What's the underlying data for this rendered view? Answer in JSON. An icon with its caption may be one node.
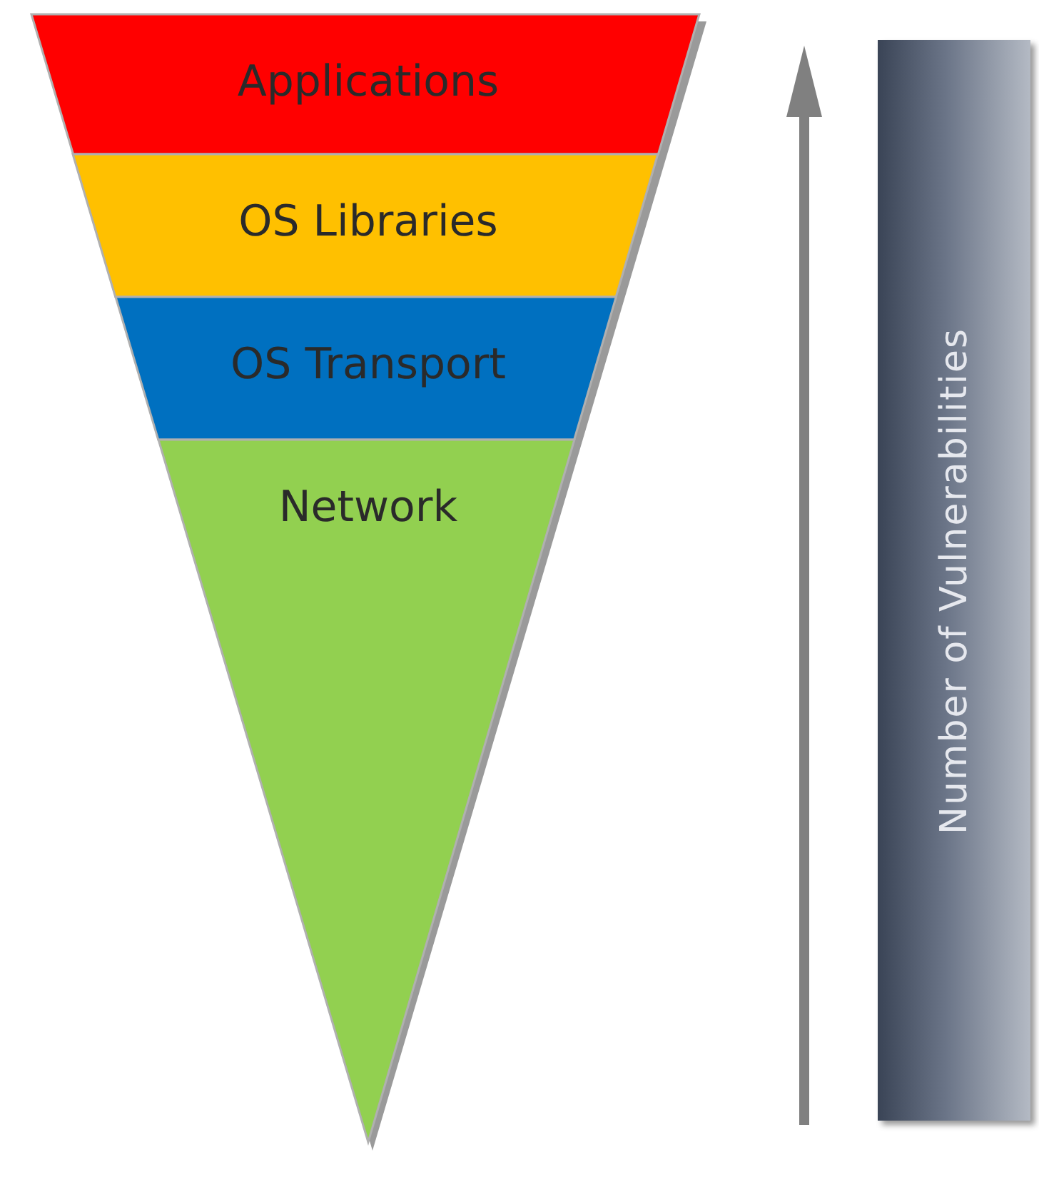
{
  "diagram": {
    "nodes": [
      {
        "text": [
          "Applications"
        ]
      },
      {
        "text": [
          "OS Libraries"
        ]
      },
      {
        "text": [
          "OS Transport"
        ]
      },
      {
        "text": [
          "Network"
        ]
      },
      {
        "text": [
          "Number of Vulnerabilities"
        ]
      }
    ]
  }
}
